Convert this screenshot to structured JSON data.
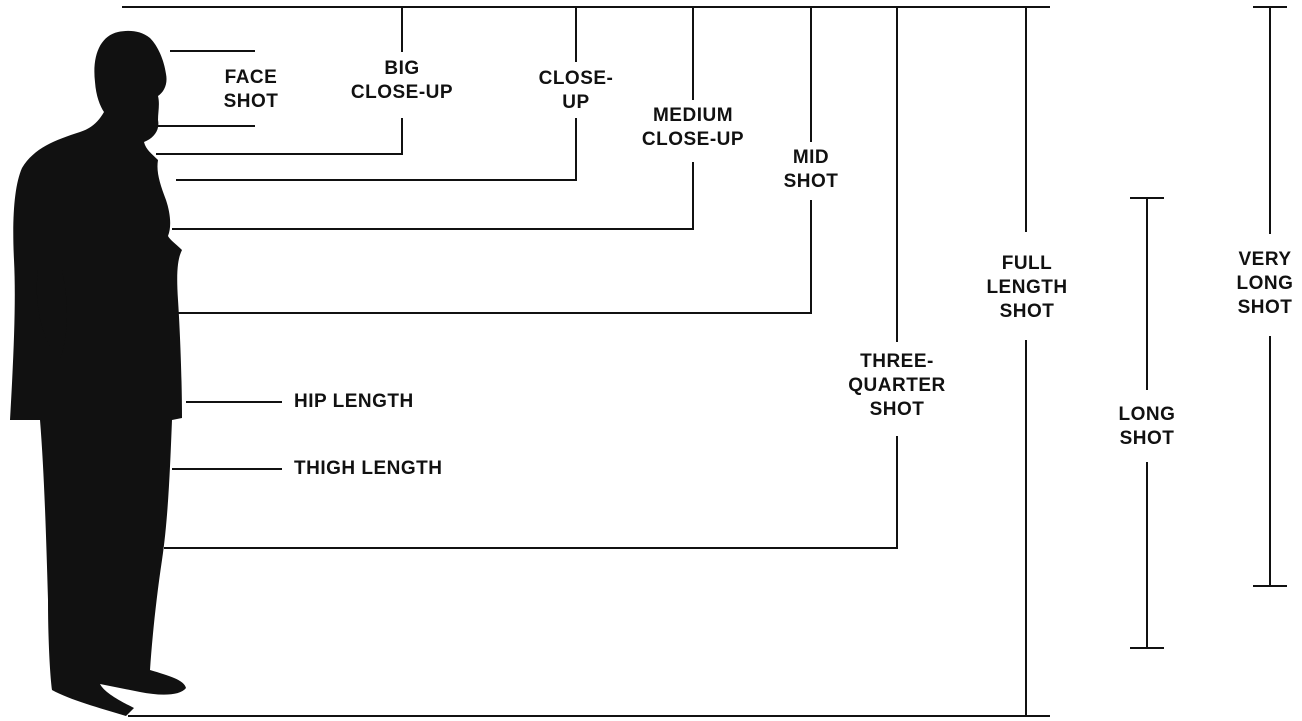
{
  "colors": {
    "ink": "#111111",
    "background": "#ffffff"
  },
  "figure": {
    "description_icon": "man-silhouette-icon"
  },
  "labels": {
    "face_shot": [
      "FACE",
      "SHOT"
    ],
    "big_close_up": [
      "BIG",
      "CLOSE-UP"
    ],
    "close_up": [
      "CLOSE-",
      "UP"
    ],
    "medium_close_up": [
      "MEDIUM",
      "CLOSE-UP"
    ],
    "mid_shot": [
      "MID",
      "SHOT"
    ],
    "full_length_shot": [
      "FULL",
      "LENGTH",
      "SHOT"
    ],
    "very_long_shot": [
      "VERY",
      "LONG",
      "SHOT"
    ],
    "three_quarter_shot": [
      "THREE-",
      "QUARTER",
      "SHOT"
    ],
    "long_shot": [
      "LONG",
      "SHOT"
    ],
    "hip_length": "HIP LENGTH",
    "thigh_length": "THIGH LENGTH"
  }
}
